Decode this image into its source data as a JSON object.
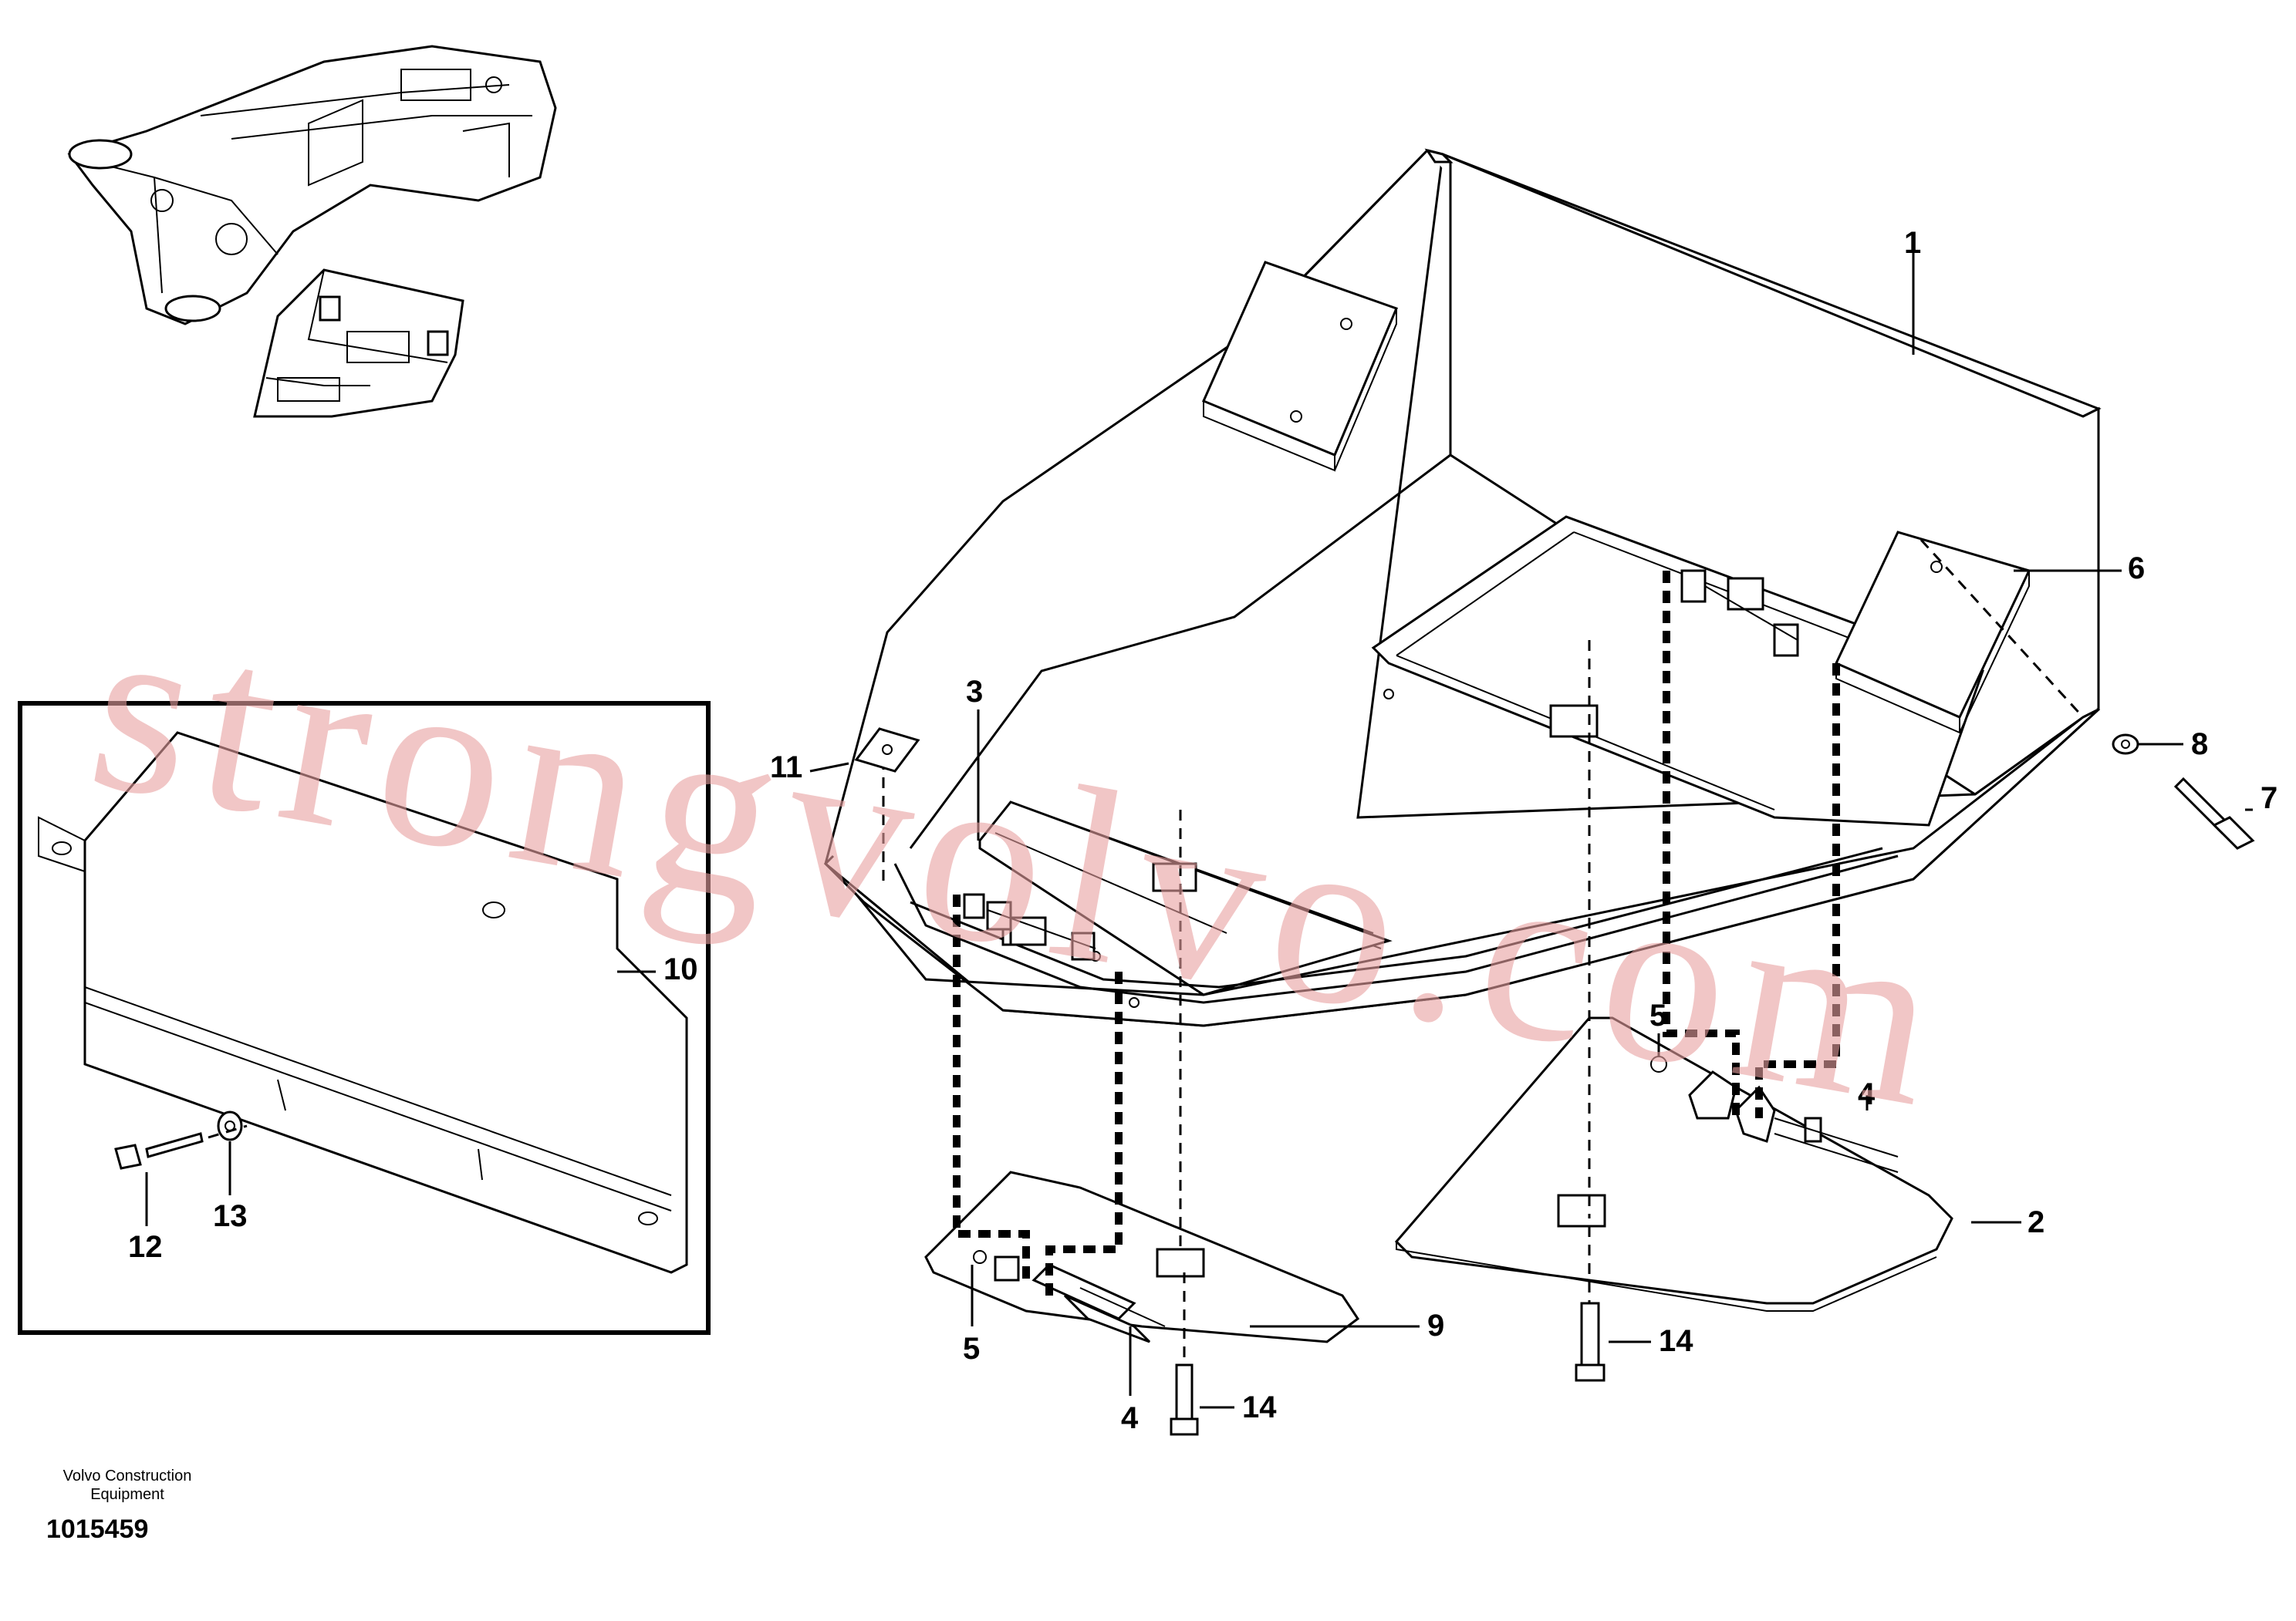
{
  "footer": {
    "company_line1": "Volvo Construction",
    "company_line2": "Equipment",
    "document_number": "1015459"
  },
  "watermark": "strongvolvo.com",
  "callouts": {
    "c1": "1",
    "c2": "2",
    "c3": "3",
    "c4a": "4",
    "c4b": "4",
    "c5a": "5",
    "c5b": "5",
    "c6": "6",
    "c7": "7",
    "c8": "8",
    "c9": "9",
    "c10": "10",
    "c11": "11",
    "c12": "12",
    "c13": "13",
    "c14a": "14",
    "c14b": "14"
  }
}
